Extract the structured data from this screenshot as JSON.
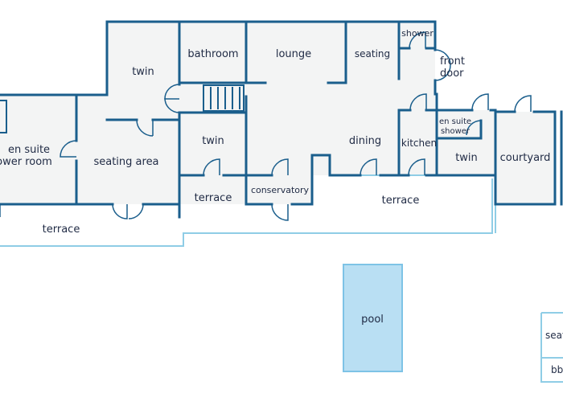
{
  "colors": {
    "wall": "#1a5e8c",
    "floor": "#f3f4f4",
    "terrace_outline": "#8fcde6",
    "pool_fill": "#b9dff3",
    "pool_stroke": "#7ec3e6",
    "text": "#1f2a44"
  },
  "rooms": {
    "twin_top": "twin",
    "bathroom": "bathroom",
    "lounge": "lounge",
    "seating": "seating",
    "shower": "shower",
    "front_door_1": "front",
    "front_door_2": "door",
    "en_suite_shower_room_1": "en suite",
    "en_suite_shower_room_2": "ower room",
    "seating_area": "seating area",
    "twin_middle": "twin",
    "dining": "dining",
    "kitchen": "kitchen",
    "en_suite_shower_1": "en suite",
    "en_suite_shower_2": "shower",
    "twin_right": "twin",
    "courtyard": "courtyard",
    "terrace_middle": "terrace",
    "conservatory": "conservatory",
    "terrace_right": "terrace",
    "terrace_left": "terrace",
    "pool": "pool",
    "seat_partial": "seat",
    "bbq_partial": "bb"
  }
}
